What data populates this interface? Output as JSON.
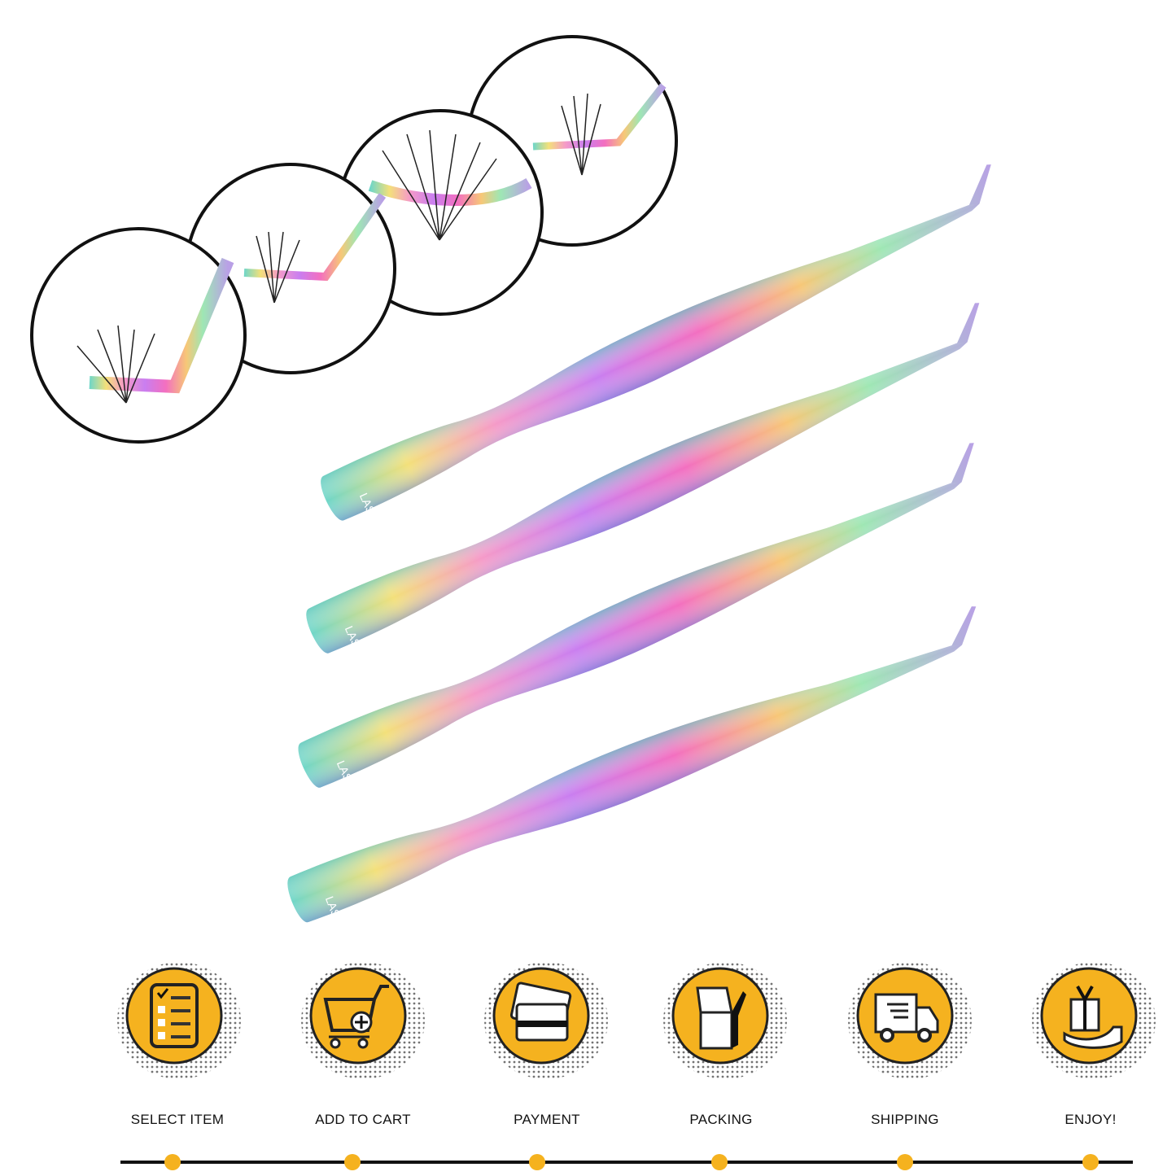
{
  "brand": {
    "logo_text": "LASH"
  },
  "colors": {
    "accent": "#f5b21f",
    "line": "#111111",
    "outline": "#111111"
  },
  "detail_circles": [
    {
      "name": "detail-circle-1"
    },
    {
      "name": "detail-circle-2"
    },
    {
      "name": "detail-circle-3"
    },
    {
      "name": "detail-circle-4"
    }
  ],
  "tweezers": [
    {
      "name": "tweezer-1",
      "logo": "LASH"
    },
    {
      "name": "tweezer-2",
      "logo": "LASH"
    },
    {
      "name": "tweezer-3",
      "logo": "LASH"
    },
    {
      "name": "tweezer-4",
      "logo": "LASH"
    }
  ],
  "steps": [
    {
      "label": "SELECT ITEM",
      "icon": "checklist-icon"
    },
    {
      "label": "ADD TO CART",
      "icon": "cart-add-icon"
    },
    {
      "label": "PAYMENT",
      "icon": "credit-card-icon"
    },
    {
      "label": "PACKING",
      "icon": "box-icon"
    },
    {
      "label": "SHIPPING",
      "icon": "truck-icon"
    },
    {
      "label": "ENJOY!",
      "icon": "gift-hand-icon"
    }
  ]
}
